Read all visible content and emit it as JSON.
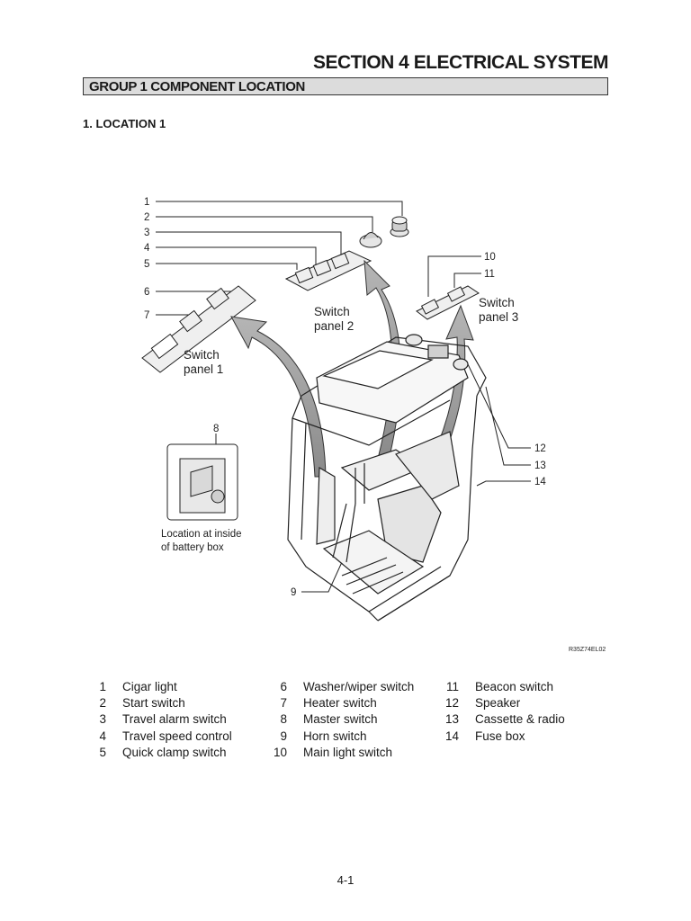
{
  "header": {
    "section": "SECTION 4 ELECTRICAL SYSTEM",
    "group": "GROUP 1 COMPONENT LOCATION",
    "location": "1. LOCATION 1"
  },
  "figure": {
    "code": "R35Z74EL02",
    "callouts": [
      "1",
      "2",
      "3",
      "4",
      "5",
      "6",
      "7",
      "8",
      "9",
      "10",
      "11",
      "12",
      "13",
      "14"
    ],
    "panel1": [
      "Switch",
      "panel 1"
    ],
    "panel2": [
      "Switch",
      "panel 2"
    ],
    "panel3": [
      "Switch",
      "panel 3"
    ],
    "battery_note": [
      "Location at inside",
      "of battery box"
    ]
  },
  "legend": {
    "col1": [
      {
        "num": "1",
        "label": "Cigar light"
      },
      {
        "num": "2",
        "label": "Start switch"
      },
      {
        "num": "3",
        "label": "Travel alarm switch"
      },
      {
        "num": "4",
        "label": "Travel speed control"
      },
      {
        "num": "5",
        "label": "Quick clamp switch"
      }
    ],
    "col2": [
      {
        "num": "6",
        "label": "Washer/wiper switch"
      },
      {
        "num": "7",
        "label": "Heater switch"
      },
      {
        "num": "8",
        "label": "Master switch"
      },
      {
        "num": "9",
        "label": "Horn switch"
      },
      {
        "num": "10",
        "label": "Main light switch"
      }
    ],
    "col3": [
      {
        "num": "11",
        "label": "Beacon switch"
      },
      {
        "num": "12",
        "label": "Speaker"
      },
      {
        "num": "13",
        "label": "Cassette & radio"
      },
      {
        "num": "14",
        "label": "Fuse box"
      }
    ]
  },
  "page_number": "4-1"
}
